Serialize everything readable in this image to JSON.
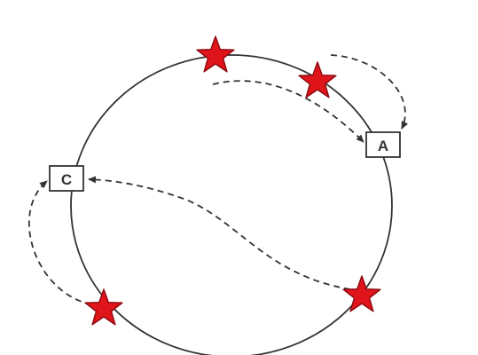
{
  "diagram": {
    "nodes": [
      {
        "id": "A",
        "label": "A"
      },
      {
        "id": "C",
        "label": "C"
      }
    ],
    "stars": [
      {
        "id": "star-top"
      },
      {
        "id": "star-upper-right"
      },
      {
        "id": "star-lower-right"
      },
      {
        "id": "star-lower-left"
      }
    ],
    "arrows": [
      {
        "id": "arrow-top-to-a",
        "from": "star-top",
        "to": "A",
        "style": "dashed"
      },
      {
        "id": "arrow-star-to-a",
        "from": "star-upper-right",
        "to": "A",
        "style": "dashed"
      },
      {
        "id": "arrow-star-to-c",
        "from": "star-lower-right",
        "to": "C",
        "style": "dashed"
      },
      {
        "id": "arrow-star-to-c-left",
        "from": "star-lower-left",
        "to": "C",
        "style": "dashed"
      }
    ],
    "colors": {
      "circle_stroke": "#333333",
      "star_fill": "#e0141b",
      "star_stroke": "#8b0a0f",
      "arrow_stroke": "#333333",
      "node_stroke": "#333333",
      "node_fill": "#ffffff",
      "node_text": "#333333"
    }
  }
}
